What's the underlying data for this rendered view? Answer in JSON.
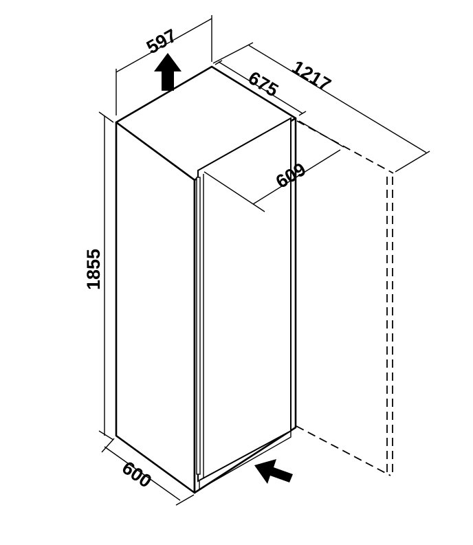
{
  "diagram": {
    "dimensions": {
      "width_top": "597",
      "depth_body": "675",
      "depth_door_open": "1217",
      "depth_with_door": "609",
      "height": "1855",
      "width_bottom": "600"
    },
    "icons": {
      "top_arrow": "arrow-up-icon",
      "bottom_arrow": "arrow-left-icon"
    },
    "colors": {
      "line": "#000000",
      "background": "#ffffff"
    }
  }
}
